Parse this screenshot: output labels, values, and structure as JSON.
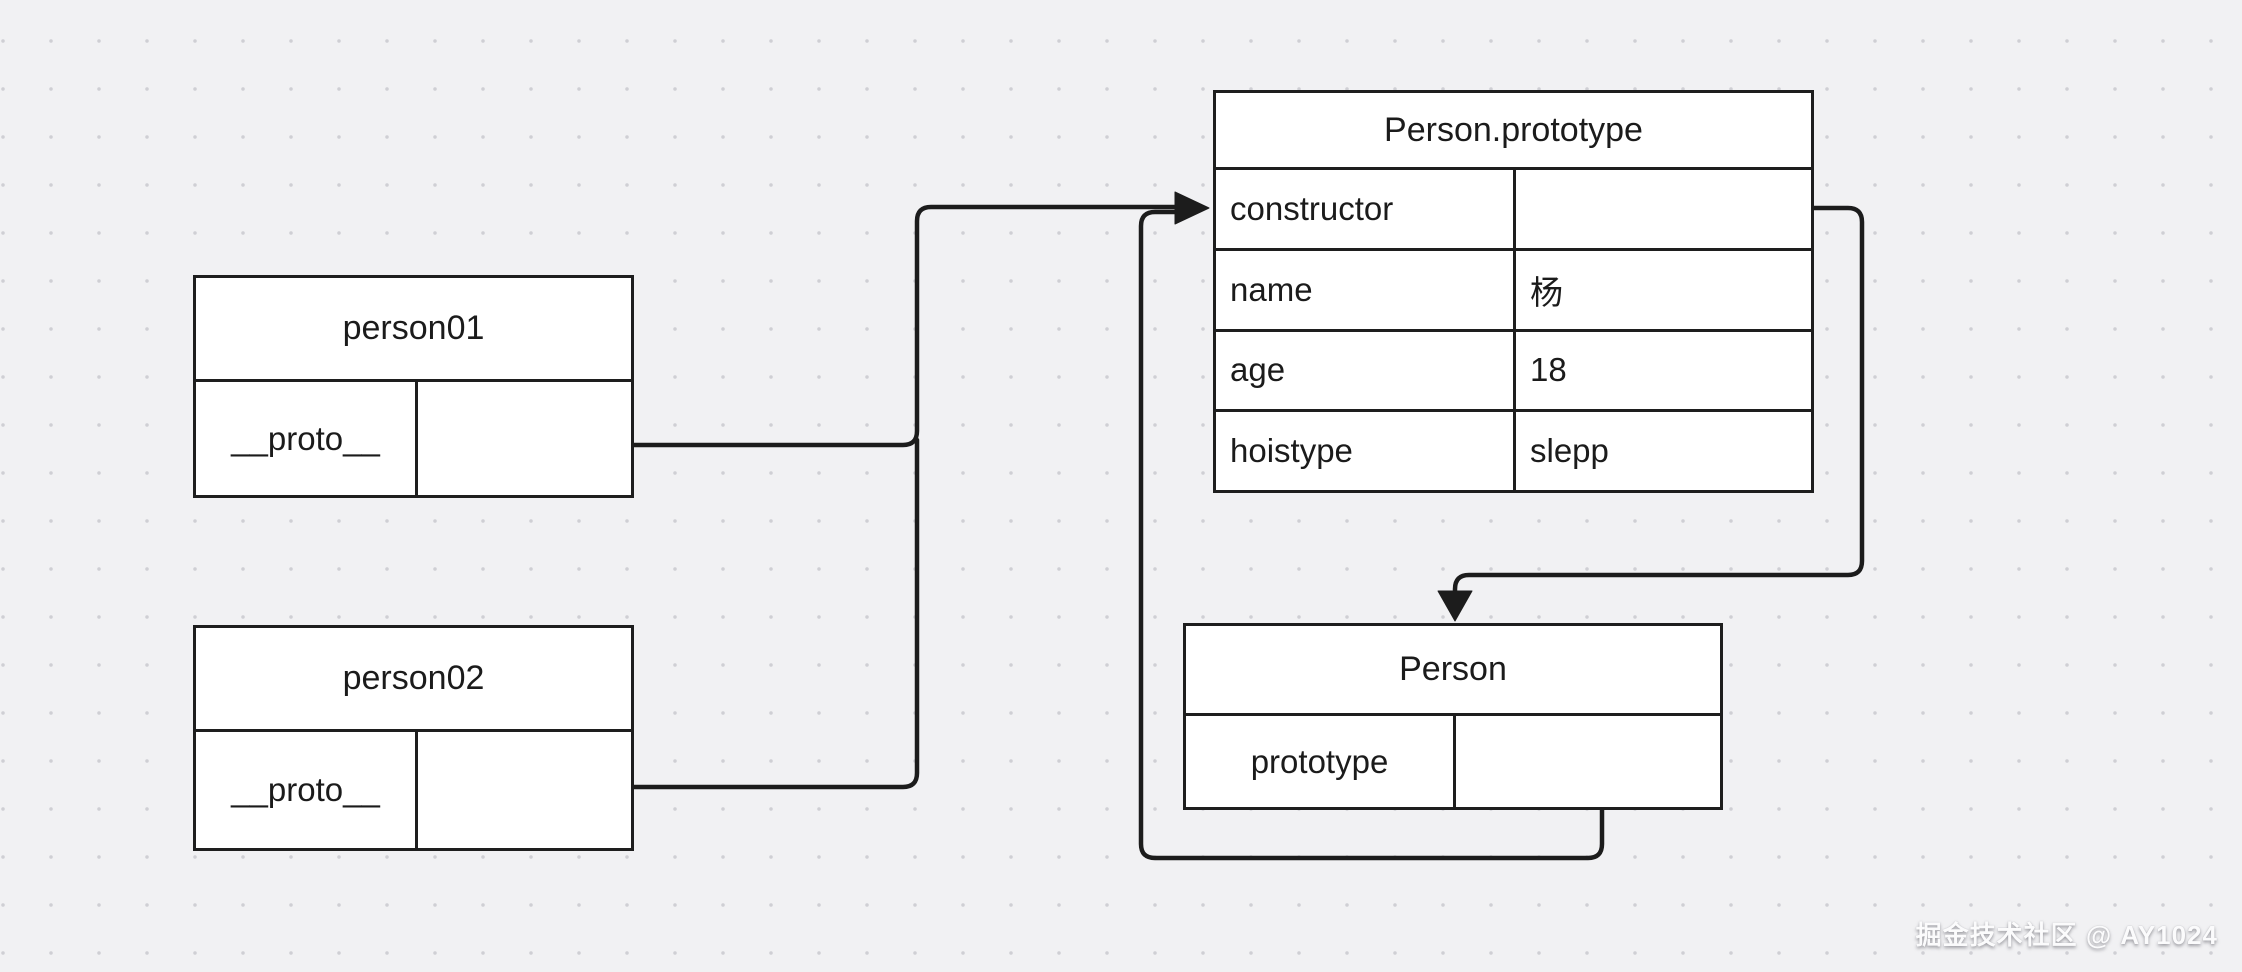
{
  "canvas": {
    "background": "#f1f1f3",
    "dot_color": "#cfcfd4",
    "line_color": "#1c1c1c",
    "node_fill": "#ffffff"
  },
  "nodes": {
    "person01": {
      "title": "person01",
      "rows": [
        {
          "key": "__proto__",
          "value": ""
        }
      ]
    },
    "person02": {
      "title": "person02",
      "rows": [
        {
          "key": "__proto__",
          "value": ""
        }
      ]
    },
    "person_prototype": {
      "title": "Person.prototype",
      "rows": [
        {
          "key": "constructor",
          "value": ""
        },
        {
          "key": "name",
          "value": "杨"
        },
        {
          "key": "age",
          "value": "18"
        },
        {
          "key": "hoistype",
          "value": "slepp"
        }
      ]
    },
    "person": {
      "title": "Person",
      "rows": [
        {
          "key": "prototype",
          "value": ""
        }
      ]
    }
  },
  "edges": [
    {
      "from": "person01.__proto__",
      "to": "Person.prototype"
    },
    {
      "from": "person02.__proto__",
      "to": "Person.prototype"
    },
    {
      "from": "Person.prototype (property of Person)",
      "to": "Person.prototype"
    },
    {
      "from": "Person.prototype.constructor",
      "to": "Person"
    }
  ],
  "watermark": {
    "text": "掘金技术社区 @ AY1024"
  }
}
